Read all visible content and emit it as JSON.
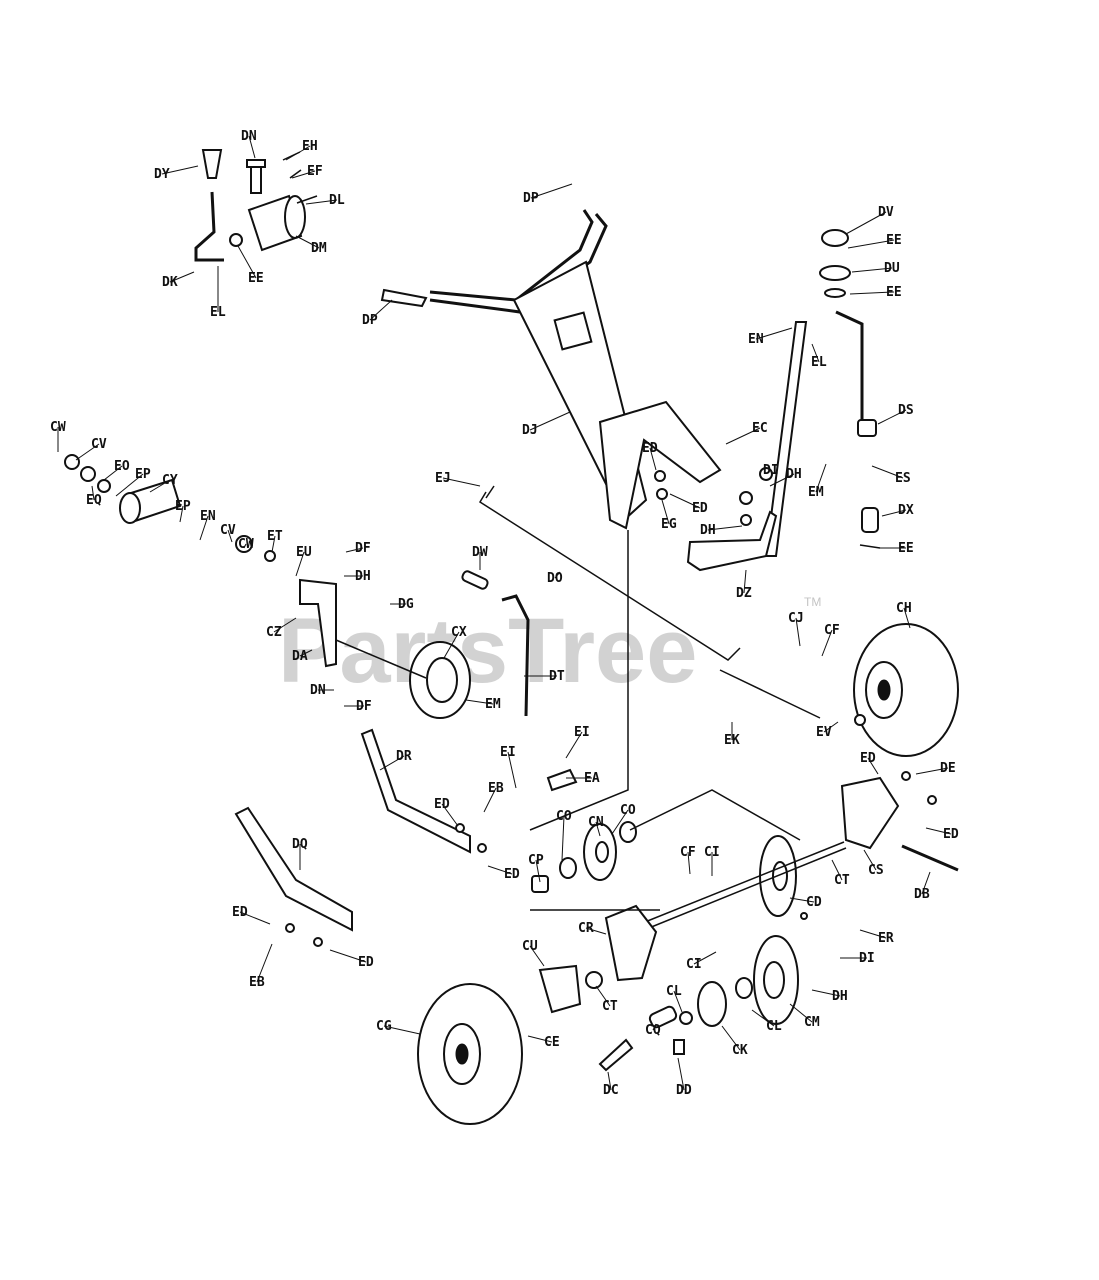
{
  "watermark": {
    "text": "PartsTree",
    "trademark": "TM"
  },
  "callouts": [
    "DN",
    "EH",
    "EF",
    "DY",
    "DL",
    "DM",
    "EE",
    "DK",
    "EL",
    "DP",
    "DP",
    "DV",
    "EE",
    "DU",
    "EE",
    "EN",
    "EL",
    "DS",
    "DJ",
    "EC",
    "ED",
    "DI",
    "DH",
    "EM",
    "ES",
    "DX",
    "EE",
    "ED",
    "EG",
    "DH",
    "DZ",
    "EJ",
    "DO",
    "CW",
    "CV",
    "EO",
    "EP",
    "CY",
    "EQ",
    "EP",
    "EN",
    "CV",
    "CW",
    "ET",
    "DW",
    "EU",
    "DF",
    "DH",
    "DG",
    "CZ",
    "DA",
    "CX",
    "DN",
    "DF",
    "EM",
    "DT",
    "CJ",
    "CF",
    "CH",
    "EK",
    "EV",
    "ED",
    "DE",
    "ED",
    "CS",
    "DB",
    "DR",
    "EI",
    "EI",
    "EA",
    "EB",
    "ED",
    "ED",
    "CO",
    "CN",
    "CO",
    "CP",
    "CF",
    "CI",
    "CD",
    "CT",
    "DQ",
    "ED",
    "EB",
    "ED",
    "CR",
    "CU",
    "CT",
    "CI",
    "DI",
    "ER",
    "DH",
    "CL",
    "CQ",
    "CL",
    "CM",
    "CG",
    "CE",
    "CK",
    "DC",
    "DD"
  ]
}
